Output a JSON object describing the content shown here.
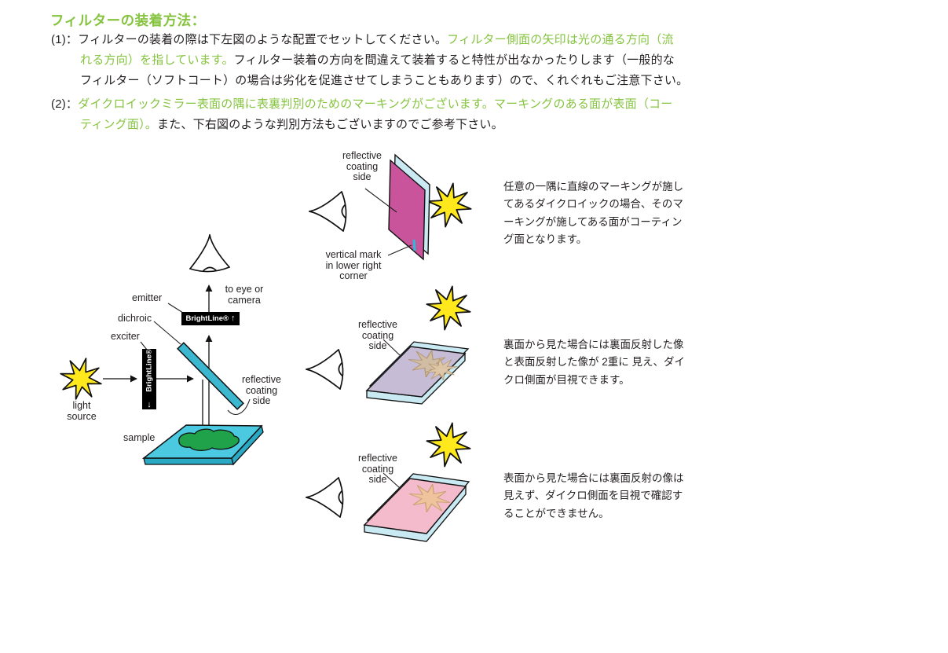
{
  "colors": {
    "accent_green": "#86c440",
    "body_black": "#231f20",
    "dichroic_cyan": "#3bb7cf",
    "slide_top_cyan": "#4ac9e0",
    "slide_edge_teal": "#2aa9c4",
    "sample_blob_green": "#1fa24a",
    "mirror_magenta": "#c9549c",
    "glass_edge_blue": "#c9e9f3",
    "slab_lavender": "#c6bcd6",
    "slab_pink": "#f4bbcc",
    "star_yellow": "#ffe81c",
    "reflection_tan": "#d9be9c"
  },
  "heading": {
    "text": "フィルターの装着方法："
  },
  "paragraphs": [
    {
      "segments": [
        {
          "color": "black",
          "text": "(1)：フィルターの装着の際は下左図のような配置でセットしてください。"
        },
        {
          "color": "green",
          "text": "フィルター側面の矢印は光の通る方向（流\nれる方向）を指しています。"
        },
        {
          "color": "black",
          "text": "フィルター装着の方向を間違えて装着すると特性が出なかったりします（一般的な\nフィルター（ソフトコート）の場合は劣化を促進させてしまうこともあります）ので、くれぐれもご注意下さい。"
        }
      ]
    },
    {
      "segments": [
        {
          "color": "black",
          "text": "(2)："
        },
        {
          "color": "green",
          "text": "ダイクロイックミラー表面の隅に表裏判別のためのマーキングがございます。マーキングのある面が表面（コー\nティング面）。"
        },
        {
          "color": "black",
          "text": "また、下右図のような判別方法もございますのでご参考下さい。"
        }
      ]
    }
  ],
  "left_diagram": {
    "labels": {
      "to_eye": "to eye or\ncamera",
      "emitter": "emitter",
      "dichroic": "dichroic",
      "exciter": "exciter",
      "light_source": "light\nsource",
      "sample": "sample",
      "reflective": "reflective\ncoating\nside"
    },
    "brightline_label": "BrightLine®",
    "up_arrow": "↑",
    "down_arrow": "↓"
  },
  "right_panels": [
    {
      "reflective_label": "reflective\ncoating\nside",
      "mark_label": "vertical mark\nin lower right\ncorner",
      "caption": "任意の一隅に直線のマーキングが施し\nてあるダイクロイックの場合、そのマ\nーキングが施してある面がコーティン\nグ面となります。"
    },
    {
      "reflective_label": "reflective\ncoating\nside",
      "caption": "裏面から見た場合には裏面反射した像\nと表面反射した像が 2重に 見え、ダイ\nクロ側面が目視できます。"
    },
    {
      "reflective_label": "reflective\ncoating\nside",
      "caption": "表面から見た場合には裏面反射の像は\n見えず、ダイクロ側面を目視で確認す\nることができません。"
    }
  ]
}
